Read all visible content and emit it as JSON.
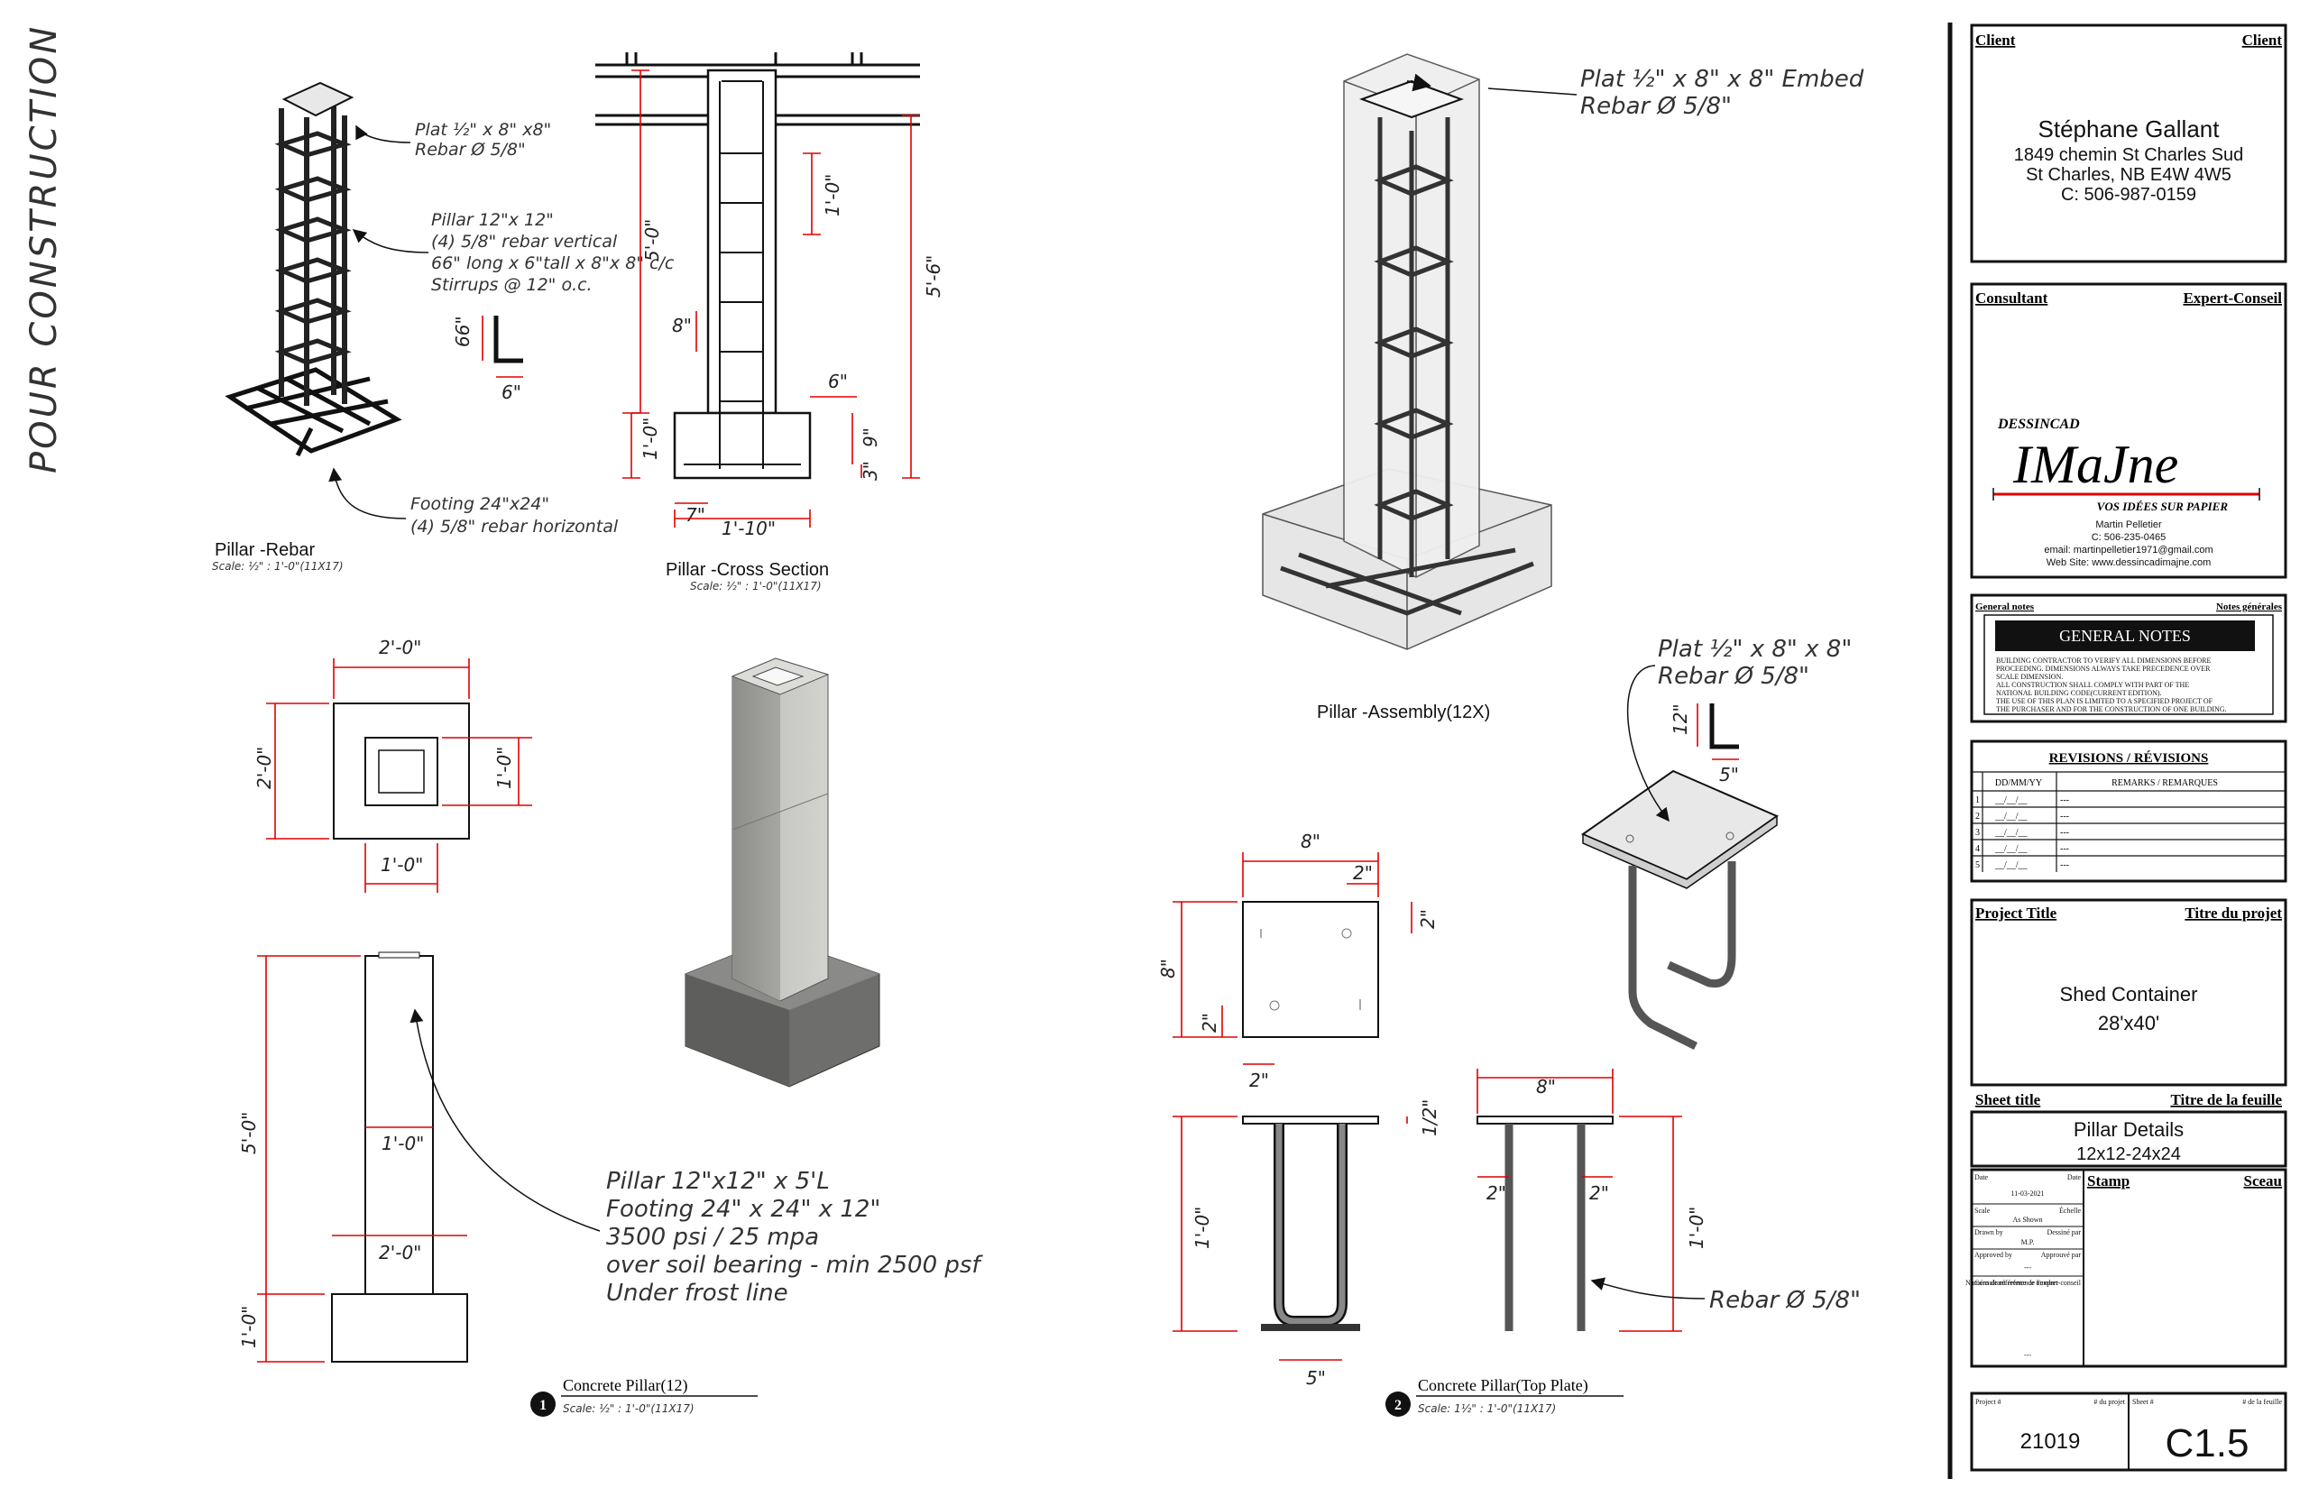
{
  "stamp_vertical": "POUR CONSTRUCTION",
  "rebar_view": {
    "title": "Pillar -Rebar",
    "scale": "Scale: ½\" : 1'-0\"(11X17)",
    "note_plate_1": "Plat ½\" x 8\" x8\"",
    "note_plate_2": "Rebar Ø 5/8\"",
    "note_pillar_1": "Pillar 12\"x 12\"",
    "note_pillar_2": "(4) 5/8\" rebar vertical",
    "note_pillar_3": "66\" long x 6\"tall x 8\"x 8\" c/c",
    "note_pillar_4": "Stirrups @ 12\" o.c.",
    "hook_vert": "66\"",
    "hook_horiz": "6\"",
    "note_footing_1": "Footing 24\"x24\"",
    "note_footing_2": "(4) 5/8\" rebar horizontal"
  },
  "section_view": {
    "title": "Pillar -Cross Section",
    "scale": "Scale: ½\" : 1'-0\"(11X17)",
    "dim_a": "1'-0\"",
    "dim_b": "5'-0\"",
    "dim_c": "5'-6\"",
    "dim_d": "8\"",
    "dim_e": "6\"",
    "dim_f": "9\"",
    "dim_g": "1'-0\"",
    "dim_h": "3\"",
    "dim_i": "7\"",
    "dim_j": "1'-10\""
  },
  "assembly_view": {
    "title": "Pillar -Assembly(12X)",
    "note_1": "Plat ½\" x 8\" x 8\" Embed",
    "note_2": "Rebar Ø 5/8\""
  },
  "detail1": {
    "number": "1",
    "title": "Concrete Pillar(12)",
    "scale": "Scale: ½\" : 1'-0\"(11X17)",
    "plan_w": "2'-0\"",
    "plan_h": "2'-0\"",
    "plan_inner_h": "1'-0\"",
    "plan_inner_w": "1'-0\"",
    "elev_h": "5'-0\"",
    "elev_w1": "1'-0\"",
    "elev_w2": "2'-0\"",
    "elev_foot": "1'-0\"",
    "spec_1": "Pillar 12\"x12\" x 5'L",
    "spec_2": "Footing 24\" x 24\" x 12\"",
    "spec_3": "3500 psi / 25 mpa",
    "spec_4": "over soil bearing - min 2500 psf",
    "spec_5": "Under frost line"
  },
  "detail2": {
    "number": "2",
    "title": "Concrete Pillar(Top Plate)",
    "scale": "Scale: 1½\" : 1'-0\"(11X17)",
    "note_plate_1": "Plat ½\" x 8\" x 8\"",
    "note_plate_2": "Rebar Ø 5/8\"",
    "hook_vert": "12\"",
    "hook_horiz": "5\"",
    "plan_w": "8\"",
    "plan_h": "8\"",
    "plan_off_1": "2\"",
    "plan_off_2": "2\"",
    "plan_off_3": "2\"",
    "plan_off_4": "2\"",
    "elev_h": "1'-0\"",
    "elev_t": "1/2\"",
    "elev_w": "5\"",
    "side_w": "8\"",
    "side_off_1": "2\"",
    "side_off_2": "2\"",
    "side_h": "1'-0\"",
    "rebar_note": "Rebar Ø 5/8\""
  },
  "title_block": {
    "client_label_en": "Client",
    "client_label_fr": "Client",
    "client_name": "Stéphane Gallant",
    "client_addr_1": "1849 chemin St Charles Sud",
    "client_addr_2": "St Charles, NB E4W 4W5",
    "client_phone": "C: 506-987-0159",
    "consultant_en": "Consultant",
    "consultant_fr": "Expert-Conseil",
    "logo_small": "DESSINCAD",
    "logo_big": "IMaJne",
    "logo_tag": "VOS IDÉES SUR PAPIER",
    "consultant_name": "Martin Pelletier",
    "consultant_phone": "C: 506-235-0465",
    "consultant_email": "email: martinpelletier1971@gmail.com",
    "consultant_web": "Web Site: www.dessincadimajne.com",
    "notes_en": "General notes",
    "notes_fr": "Notes générales",
    "notes_head": "GENERAL NOTES",
    "notes_line_1": "BUILDING CONTRACTOR TO VERIFY ALL DIMENSIONS BEFORE",
    "notes_line_2": "PROCEEDING. DIMENSIONS ALWAYS TAKE PRECEDENCE OVER",
    "notes_line_3": "SCALE DIMENSION.",
    "notes_line_4": "ALL CONSTRUCTION SHALL COMPLY WITH PART OF THE",
    "notes_line_5": "NATIONAL BUILDING CODE(CURRENT EDITION).",
    "notes_line_6": "THE USE OF THIS PLAN IS LIMITED TO A SPECIFIED PROJECT OF",
    "notes_line_7": "THE PURCHASER AND FOR THE CONSTRUCTION OF ONE BUILDING.",
    "revisions_title": "REVISIONS / RÉVISIONS",
    "rev_col_date": "DD/MM/YY",
    "rev_col_remarks": "REMARKS / REMARQUES",
    "rev_rows": [
      {
        "n": "1",
        "date": "__/__/__",
        "rem": "---"
      },
      {
        "n": "2",
        "date": "__/__/__",
        "rem": "---"
      },
      {
        "n": "3",
        "date": "__/__/__",
        "rem": "---"
      },
      {
        "n": "4",
        "date": "__/__/__",
        "rem": "---"
      },
      {
        "n": "5",
        "date": "__/__/__",
        "rem": "---"
      }
    ],
    "project_en": "Project Title",
    "project_fr": "Titre du projet",
    "project_name": "Shed Container",
    "project_size": "28'x40'",
    "sheet_en": "Sheet title",
    "sheet_fr": "Titre de la feuille",
    "sheet_name": "Pillar Details",
    "sheet_sub": "12x12-24x24",
    "date_label_en": "Date",
    "date_label_fr": "Date",
    "date_value": "11-03-2021",
    "scale_label_en": "Scale",
    "scale_label_fr": "Échelle",
    "scale_value": "As Shown",
    "drawn_en": "Drawn by",
    "drawn_fr": "Dessiné par",
    "drawn_value": "M.P.",
    "approved_en": "Approved by",
    "approved_fr": "Approuvé par",
    "approved_value": "---",
    "consref_en": "Consultant reference number",
    "consref_fr": "Numéro de référence de l'expert-conseil",
    "consref_value": "---",
    "stamp_en": "Stamp",
    "stamp_fr": "Sceau",
    "project_no_en": "Project #",
    "project_no_fr": "# du projet",
    "project_no": "21019",
    "sheet_no_en": "Sheet #",
    "sheet_no_fr": "# de la feuille",
    "sheet_no": "C1.5"
  }
}
